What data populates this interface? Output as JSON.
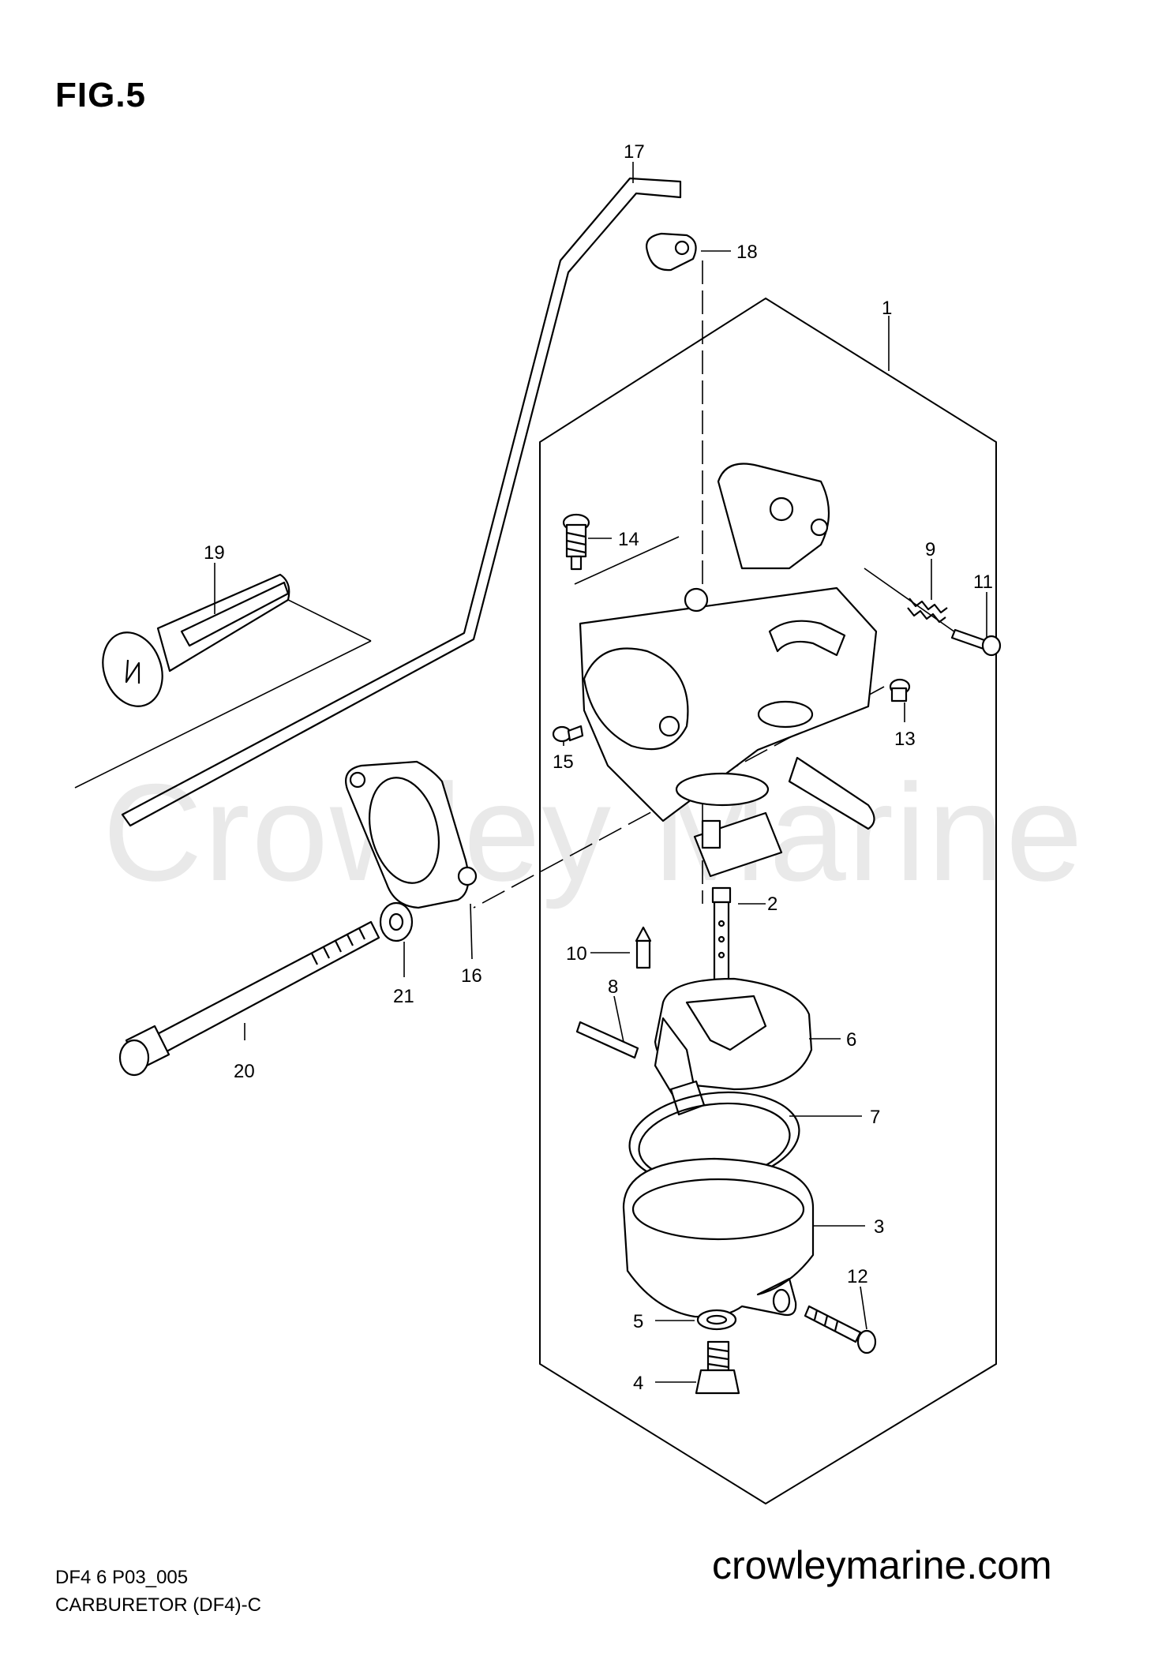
{
  "figure": {
    "title": "FIG.5",
    "watermark": "Crowley Marine",
    "website": "crowleymarine.com",
    "diagram_code": "DF4 6 P03_005",
    "diagram_name": "CARBURETOR (DF4)-C"
  },
  "callouts": [
    {
      "id": "1",
      "label": "1"
    },
    {
      "id": "2",
      "label": "2"
    },
    {
      "id": "3",
      "label": "3"
    },
    {
      "id": "4",
      "label": "4"
    },
    {
      "id": "5",
      "label": "5"
    },
    {
      "id": "6",
      "label": "6"
    },
    {
      "id": "7",
      "label": "7"
    },
    {
      "id": "8",
      "label": "8"
    },
    {
      "id": "9",
      "label": "9"
    },
    {
      "id": "10",
      "label": "10"
    },
    {
      "id": "11",
      "label": "11"
    },
    {
      "id": "12",
      "label": "12"
    },
    {
      "id": "13",
      "label": "13"
    },
    {
      "id": "14",
      "label": "14"
    },
    {
      "id": "15",
      "label": "15"
    },
    {
      "id": "16",
      "label": "16"
    },
    {
      "id": "17",
      "label": "17"
    },
    {
      "id": "18",
      "label": "18"
    },
    {
      "id": "19",
      "label": "19"
    },
    {
      "id": "20",
      "label": "20"
    },
    {
      "id": "21",
      "label": "21"
    }
  ]
}
